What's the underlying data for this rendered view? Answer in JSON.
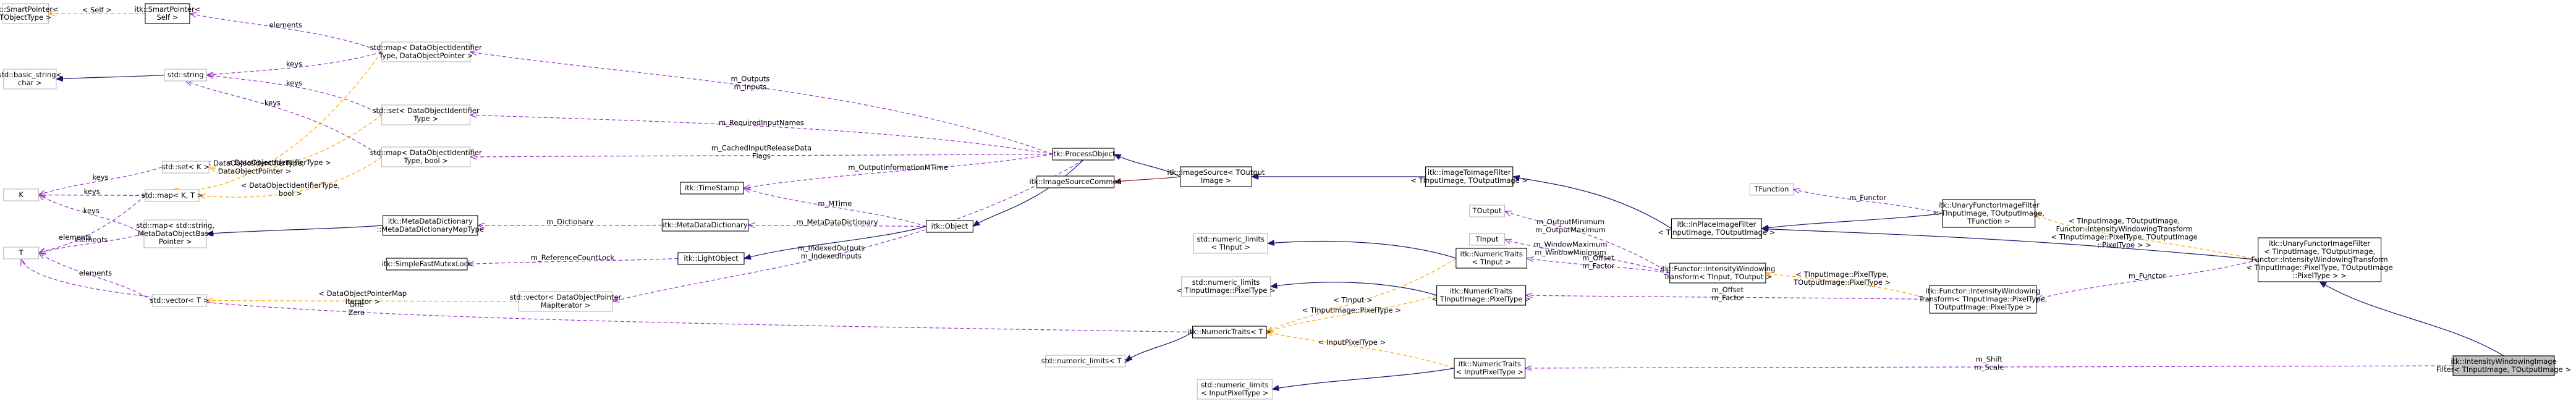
{
  "nodes": {
    "smartptr_tobj": [
      "itk::SmartPointer<",
      "TObjectType >"
    ],
    "smartptr_self": [
      "itk::SmartPointer<",
      "Self >"
    ],
    "basic_string": [
      "std::basic_string<",
      "char >"
    ],
    "std_string": [
      "std::string"
    ],
    "map_dataobj_ptr": [
      "std::map< DataObjectIdentifier",
      "Type, DataObjectPointer >"
    ],
    "set_dataobj_id": [
      "std::set< DataObjectIdentifier",
      "Type >"
    ],
    "map_dataobj_bool": [
      "std::map< DataObjectIdentifier",
      "Type, bool >"
    ],
    "set_k": [
      "std::set< K >"
    ],
    "k": [
      "K"
    ],
    "map_k_t": [
      "std::map< K, T >"
    ],
    "map_string_meta": [
      "std::map< std::string,",
      "MetaDataObjectBase",
      "Pointer >"
    ],
    "t": [
      "T"
    ],
    "vector_t": [
      "std::vector< T >"
    ],
    "time_stamp": [
      "itk::TimeStamp"
    ],
    "meta_dict": [
      "itk::MetaDataDictionary",
      "::MetaDataDictionaryMapType"
    ],
    "simple_mutex": [
      "itk::SimpleFastMutexLock"
    ],
    "vector_dataobj_ptr": [
      "std::vector< DataObjectPointer",
      "MapIterator >"
    ],
    "process_object": [
      "itk::ProcessObject"
    ],
    "meta_data_dictionary": [
      "itk::MetaDataDictionary"
    ],
    "light_object": [
      "itk::LightObject"
    ],
    "itk_object": [
      "itk::Object"
    ],
    "image_source_common": [
      "itk::ImageSourceCommon"
    ],
    "image_source": [
      "itk::ImageSource< TOutput",
      "Image >"
    ],
    "image_to_image": [
      "itk::ImageToImageFilter",
      "< TInputImage, TOutputImage >"
    ],
    "numeric_limits_tinput": [
      "std::numeric_limits",
      "< TInput >"
    ],
    "numeric_limits_tinputimage": [
      "std::numeric_limits",
      "< TInputImage::PixelType >"
    ],
    "numeric_limits_t": [
      "std::numeric_limits< T >"
    ],
    "numeric_limits_inputpixel": [
      "std::numeric_limits",
      "< InputPixelType >"
    ],
    "numeric_traits_t": [
      "itk::NumericTraits< T >"
    ],
    "numeric_traits_tinput": [
      "itk::NumericTraits",
      "< TInput >"
    ],
    "numeric_traits_tinputimage": [
      "itk::NumericTraits",
      "< TInputImage::PixelType >"
    ],
    "numeric_traits_inputpixel": [
      "itk::NumericTraits",
      "< InputPixelType >"
    ],
    "toutput": [
      "TOutput"
    ],
    "tinput": [
      "TInput"
    ],
    "inplace_filter": [
      "itk::InPlaceImageFilter",
      "< TInputImage, TOutputImage >"
    ],
    "functor_window": [
      "itk::Functor::IntensityWindowing",
      "Transform< TInput, TOutput >"
    ],
    "tfunction": [
      "TFunction"
    ],
    "unary_functor_generic": [
      "itk::UnaryFunctorImageFilter",
      "< TInputImage, TOutputImage,",
      "TFunction >"
    ],
    "functor_window_pixel": [
      "itk::Functor::IntensityWindowing",
      "Transform< TInputImage::PixelType,",
      "TOutputImage::PixelType >"
    ],
    "unary_functor_specific": [
      "itk::UnaryFunctorImageFilter",
      "< TInputImage, TOutputImage,",
      "Functor::IntensityWindowingTransform",
      "< TInputImage::PixelType, TOutputImage",
      "::PixelType > >"
    ],
    "intensity_window_filter": [
      "itk::IntensityWindowingImage",
      "Filter< TInputImage, TOutputImage >"
    ]
  },
  "edge_labels": {
    "self_tobj": [
      "< Self >"
    ],
    "elements_smart_map": [
      "elements"
    ],
    "keys_string_map": [
      "keys"
    ],
    "keys_string_set": [
      "keys"
    ],
    "keys_string_mapbool": [
      "keys"
    ],
    "outputs_inputs": [
      "m_Outputs",
      "m_Inputs"
    ],
    "required_input_names": [
      "m_RequiredInputNames"
    ],
    "cached_input": [
      "m_CachedInputReleaseData",
      "Flags"
    ],
    "output_info_mtime": [
      "m_OutputInformationMTime"
    ],
    "mtime": [
      "m_MTime"
    ],
    "dictionary": [
      "m_Dictionary"
    ],
    "meta_dictionary": [
      "m_MetaDataDictionary"
    ],
    "ref_count_lock": [
      "m_ReferenceCountLock"
    ],
    "indexed": [
      "m_IndexedOutputs",
      "m_IndexedInputs"
    ],
    "keys_k_set": [
      "keys"
    ],
    "keys_k_map": [
      "keys"
    ],
    "keys_k_meta": [
      "keys"
    ],
    "elements_t_map": [
      "elements"
    ],
    "elements_t_meta": [
      "elements"
    ],
    "elements_t_vector": [
      "elements"
    ],
    "tmpl_map_ptr": [
      "< DataObjectIdentifierType,",
      "DataObjectPointer >"
    ],
    "tmpl_map_bool": [
      "< DataObjectIdentifierType,",
      "bool >"
    ],
    "tmpl_set": [
      "< DataObjectIdentifierType >"
    ],
    "tmpl_vector": [
      "< DataObjectPointerMap",
      "Iterator >"
    ],
    "one_zero": [
      "One",
      "Zero"
    ],
    "tinput_label": [
      "< TInput >"
    ],
    "tinputimage_label": [
      "< TInputImage::PixelType >"
    ],
    "inputpixel_label": [
      "< InputPixelType >"
    ],
    "output_min_max": [
      "m_OutputMinimum",
      "m_OutputMaximum"
    ],
    "window_min_max": [
      "m_WindowMaximum",
      "m_WindowMinimum"
    ],
    "offset_factor_1": [
      "m_Offset",
      "m_Factor"
    ],
    "offset_factor_2": [
      "m_Offset",
      "m_Factor"
    ],
    "functor_1": [
      "m_Functor"
    ],
    "functor_2": [
      "m_Functor"
    ],
    "tmpl_functor_pixel": [
      "< TInputImage::PixelType,",
      "TOutputImage::PixelType >"
    ],
    "tmpl_unary": [
      "< TInputImage, TOutputImage,",
      "Functor::IntensityWindowingTransform",
      "< TInputImage::PixelType, TOutputImage",
      "::PixelType > >"
    ],
    "shift_scale": [
      "m_Shift",
      "m_Scale"
    ]
  },
  "colors": {
    "inheritance": "#191970",
    "protected_inheritance": "#8b1a1a",
    "usage": "#9a32cd",
    "template": "#ffa500",
    "external_border": "#b9b9b9",
    "focus_fill": "#bfbfbf"
  }
}
